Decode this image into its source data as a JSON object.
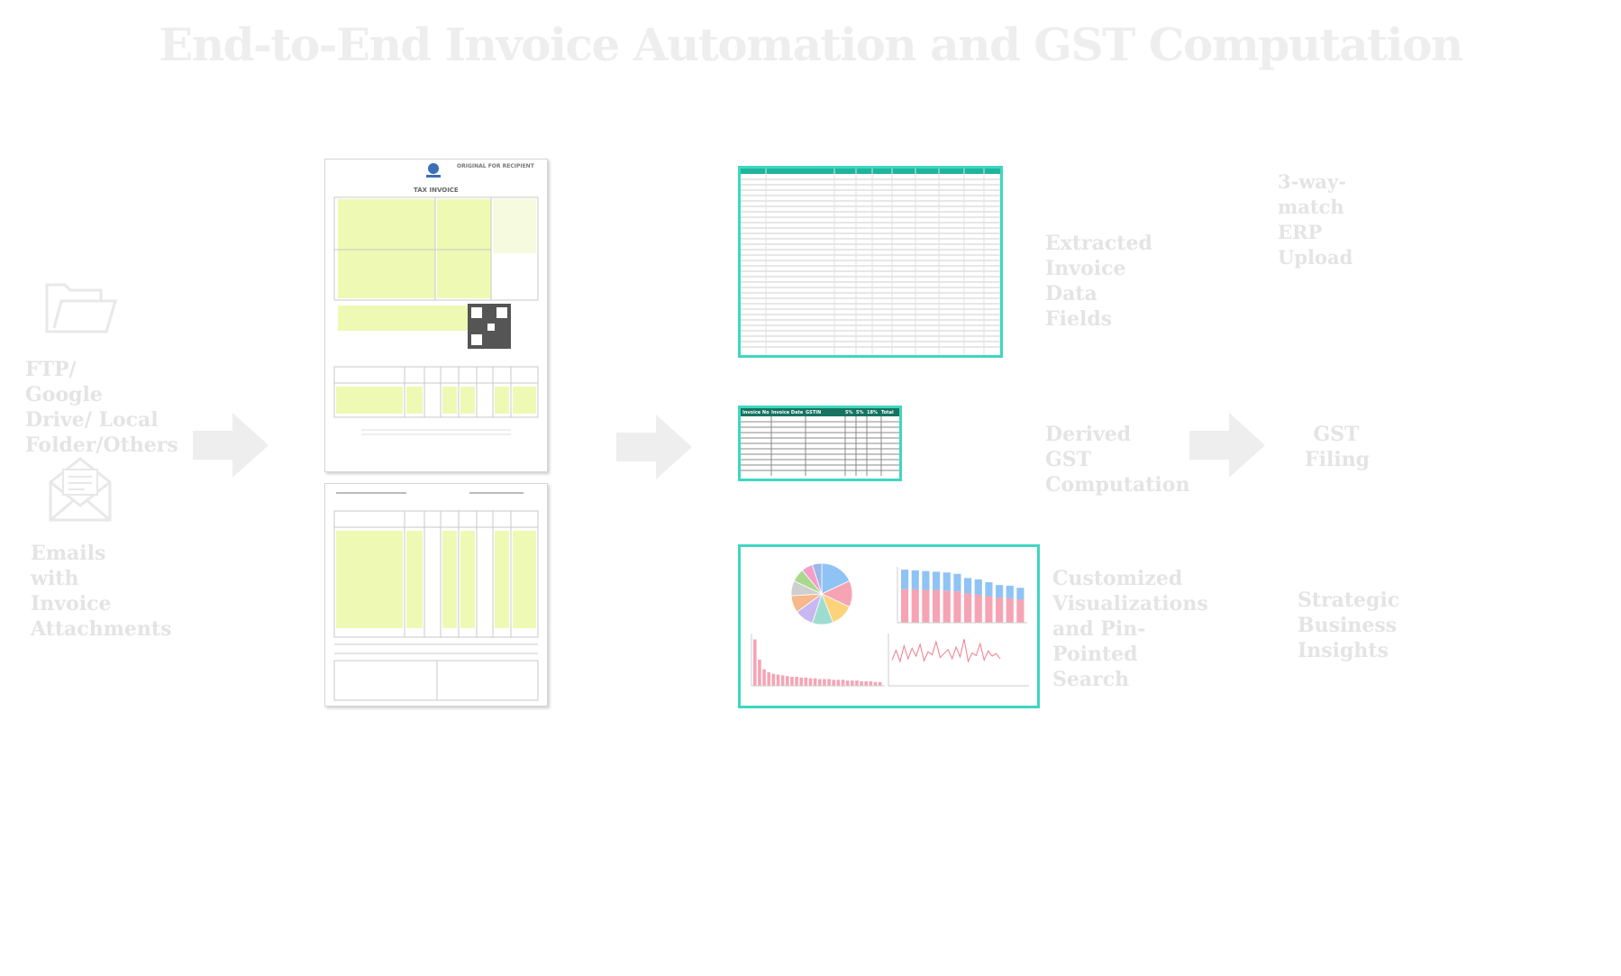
{
  "title": "End-to-End Invoice Automation and GST Computation",
  "sources": {
    "folder_label": "FTP/ Google Drive/ Local Folder/Others",
    "email_label": "Emails with Invoice Attachments"
  },
  "invoice": {
    "header_right": "ORIGINAL FOR RECIPIENT",
    "heading": "TAX INVOICE"
  },
  "outputs": {
    "extracted": "Extracted Invoice Data Fields",
    "gst": "Derived GST Computation",
    "viz": "Customized Visualizations and Pin-Pointed Search"
  },
  "downstream": {
    "erp": "3-way-match ERP Upload",
    "gst_filing": "GST Filing",
    "insights": "Strategic Business Insights"
  },
  "gst_table": {
    "headers": [
      "Invoice No",
      "Invoice Date",
      "GSTIN",
      "5%",
      "5%",
      "18%",
      "Total"
    ]
  },
  "chart_data": [
    {
      "type": "pie",
      "values": [
        18,
        14,
        12,
        11,
        10,
        9,
        8,
        7,
        6,
        5
      ],
      "colors": [
        "#8fc3f5",
        "#f6a4b4",
        "#fbd37a",
        "#9fdcd0",
        "#c8b7f0",
        "#f7b88c",
        "#cfcfcf",
        "#a9d98f",
        "#f59fc8",
        "#9ab7e8"
      ]
    },
    {
      "type": "bar",
      "stacked": true,
      "series": [
        {
          "values": [
            48,
            48,
            47,
            47,
            46,
            45,
            42,
            40,
            38,
            36,
            35,
            33
          ]
        },
        {
          "values": [
            28,
            27,
            27,
            26,
            26,
            25,
            22,
            22,
            20,
            18,
            18,
            17
          ]
        }
      ],
      "colors": [
        "#f6a4b4",
        "#8fc3f5"
      ]
    },
    {
      "type": "bar",
      "values": [
        62,
        35,
        22,
        18,
        16,
        15,
        14,
        13,
        12,
        12,
        11,
        11,
        10,
        10,
        9,
        9,
        9,
        8,
        8,
        8,
        7,
        7,
        7,
        6,
        6,
        6,
        5,
        5
      ],
      "colors": [
        "#f6a4b4"
      ]
    },
    {
      "type": "line",
      "values": [
        20,
        35,
        18,
        42,
        22,
        38,
        26,
        44,
        19,
        33,
        28,
        48,
        24,
        30,
        36,
        22,
        40,
        25,
        52,
        18,
        31,
        27,
        45,
        20,
        34,
        26,
        30,
        22
      ],
      "colors": [
        "#f07a90"
      ]
    }
  ]
}
